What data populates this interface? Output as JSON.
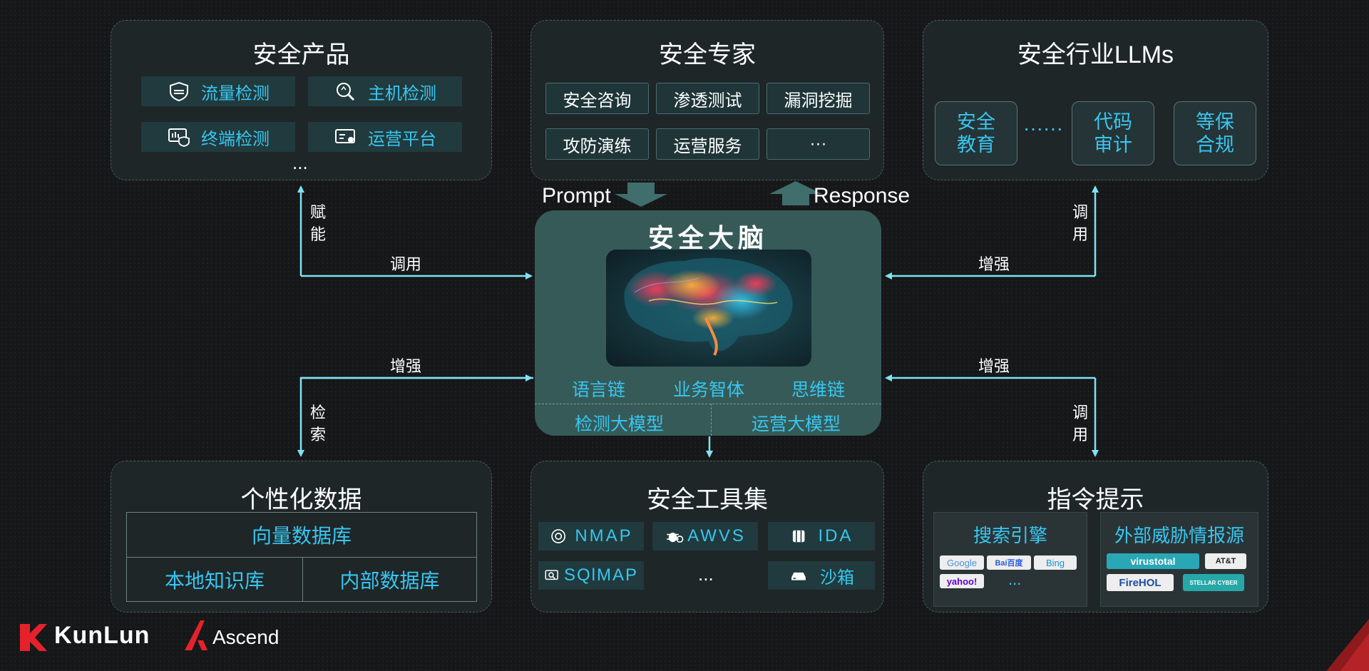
{
  "top_left": {
    "title": "安全产品",
    "items": [
      "流量检测",
      "主机检测",
      "终端检测",
      "运营平台"
    ],
    "more": "..."
  },
  "top_middle": {
    "title": "安全专家",
    "items": [
      "安全咨询",
      "渗透测试",
      "漏洞挖掘",
      "攻防演练",
      "运营服务",
      "···"
    ]
  },
  "top_right": {
    "title": "安全行业LLMs",
    "boxes": [
      "安全\n教育",
      "代码\n审计",
      "等保\n合规"
    ],
    "dots": "······"
  },
  "center": {
    "title": "安全大脑",
    "chains": [
      "语言链",
      "业务智体",
      "思维链"
    ],
    "models": [
      "检测大模型",
      "运营大模型"
    ],
    "prompt": "Prompt",
    "response": "Response"
  },
  "connectors": {
    "enable": "赋能",
    "call": "调用",
    "enhance": "增强",
    "retrieve": "检索"
  },
  "bottom_left": {
    "title": "个性化数据",
    "vector_db": "向量数据库",
    "local_kb": "本地知识库",
    "internal_db": "内部数据库"
  },
  "bottom_middle": {
    "title": "安全工具集",
    "tools": [
      "NMAP",
      "AWVS",
      "IDA",
      "SQlMAP",
      "...",
      "沙箱"
    ]
  },
  "bottom_right": {
    "title": "指令提示",
    "search": {
      "title": "搜索引擎",
      "logos": [
        "Google",
        "Bai百度",
        "Bing",
        "yahoo!"
      ],
      "more": "..."
    },
    "threat": {
      "title": "外部威胁情报源",
      "logos": [
        "virustotal",
        "AT&T",
        "FireHOL",
        "STELLAR CYBER"
      ]
    }
  },
  "brand": {
    "kunlun": "KunLun",
    "ascend": "Ascend"
  },
  "colors": {
    "accent": "#38c6f0",
    "arrow": "#7ee3f2",
    "panel": "#1e2628",
    "brain": "#365a57"
  }
}
